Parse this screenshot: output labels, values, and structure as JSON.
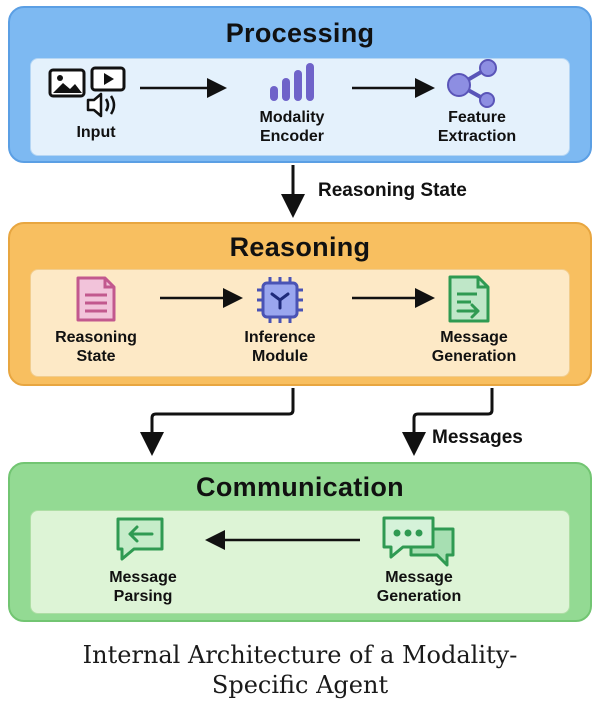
{
  "processing": {
    "title": "Processing",
    "nodes": [
      {
        "label": "Input",
        "icon": "media-input-icon"
      },
      {
        "label_lines": [
          "Modality",
          "Encoder"
        ],
        "icon": "bar-chart-icon"
      },
      {
        "label_lines": [
          "Feature",
          "Extraction"
        ],
        "icon": "share-nodes-icon"
      }
    ]
  },
  "edge_reasoning_state": "Reasoning State",
  "reasoning": {
    "title": "Reasoning",
    "nodes": [
      {
        "label_lines": [
          "Reasoning",
          "State"
        ],
        "icon": "document-icon"
      },
      {
        "label_lines": [
          "Inference",
          "Module"
        ],
        "icon": "processor-chip-icon"
      },
      {
        "label_lines": [
          "Message",
          "Generation"
        ],
        "icon": "file-arrow-icon"
      }
    ]
  },
  "edge_messages": "Messages",
  "communication": {
    "title": "Communication",
    "nodes": [
      {
        "label_lines": [
          "Message",
          "Parsing"
        ],
        "icon": "chat-reply-icon"
      },
      {
        "label_lines": [
          "Message",
          "Generation"
        ],
        "icon": "chat-bubbles-icon"
      }
    ]
  },
  "caption": {
    "line1": "Internal Architecture of a Modality-",
    "line2": "Specific Agent"
  },
  "colors": {
    "processing": "#7db9f2",
    "reasoning": "#f8bf60",
    "communication": "#93da93",
    "icon_purple": "#6f63c9",
    "icon_pink": "#c2588e",
    "icon_green": "#2f9a52"
  }
}
